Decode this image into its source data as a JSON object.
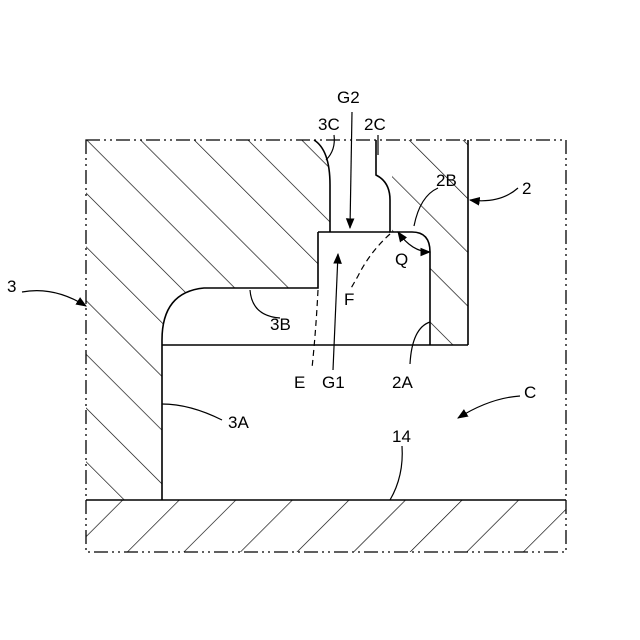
{
  "labels": {
    "g2": "G2",
    "c3": "3C",
    "c2": "2C",
    "b2": "2B",
    "n2": "2",
    "n3": "3",
    "q": "Q",
    "f": "F",
    "b3": "3B",
    "e": "E",
    "g1": "G1",
    "a2": "2A",
    "c": "C",
    "a3": "3A",
    "n14": "14"
  }
}
